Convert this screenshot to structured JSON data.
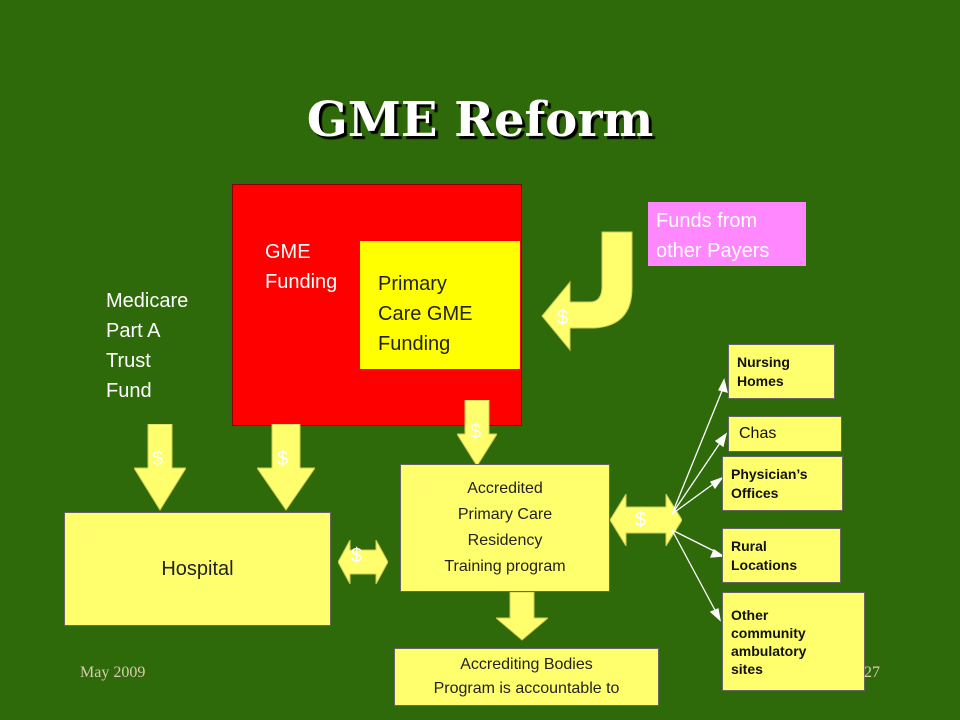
{
  "title": "GME Reform",
  "gme_box": {
    "label_line1": "GME",
    "label_line2": "Funding"
  },
  "primary_box": {
    "line1": "Primary",
    "line2": "Care GME",
    "line3": "Funding"
  },
  "funds_box": {
    "line1": "Funds from",
    "line2": "other Payers"
  },
  "medicare": {
    "line1": "Medicare",
    "line2": "Part A",
    "line3": "Trust",
    "line4": "Fund"
  },
  "dollar_sign": "$",
  "hospital": "Hospital",
  "residency": {
    "line1": "Accredited",
    "line2": "Primary Care",
    "line3": "Residency",
    "line4": "Training program"
  },
  "accrediting": {
    "line1": "Accrediting Bodies",
    "line2": "Program is accountable to"
  },
  "sites": {
    "nursing": {
      "line1": "Nursing",
      "line2": "Homes"
    },
    "chas": "Chas",
    "physicians": {
      "line1": "Physician’s",
      "line2": "Offices"
    },
    "rural": {
      "line1": "Rural",
      "line2": "Locations"
    },
    "other": {
      "line1": "Other",
      "line2": "community",
      "line3": "ambulatory",
      "line4": "sites"
    }
  },
  "footer": {
    "date": "May 2009",
    "page": "27"
  },
  "colors": {
    "background": "#2f6a0a",
    "red": "#ff0000",
    "yellow": "#ffff00",
    "light_yellow": "#ffff6e",
    "pink": "#ff88ff"
  }
}
